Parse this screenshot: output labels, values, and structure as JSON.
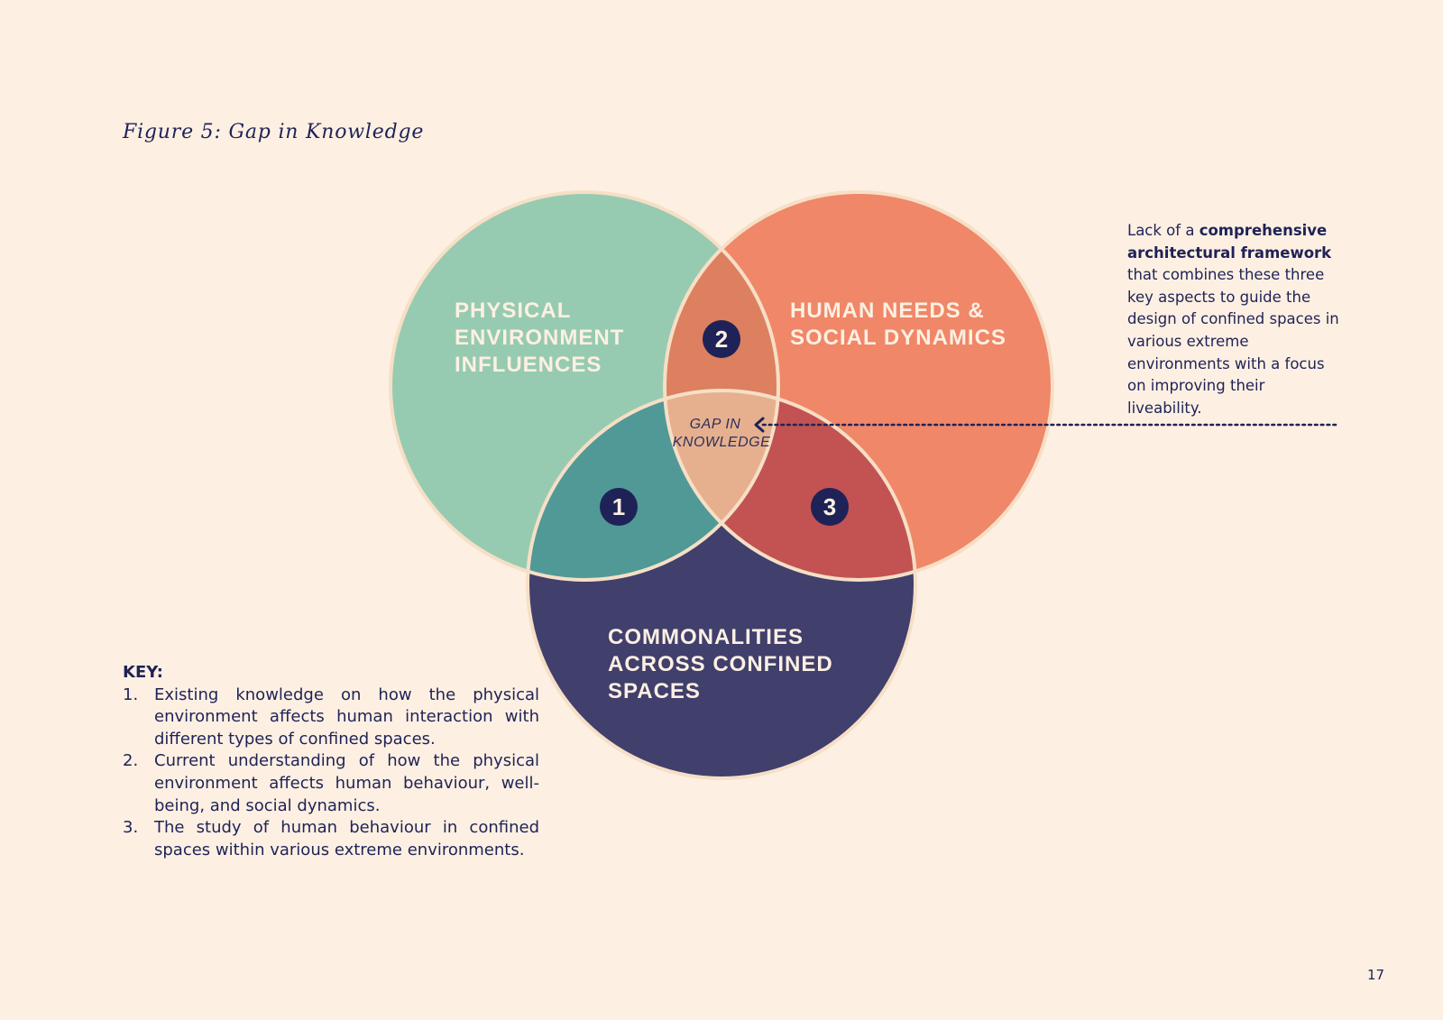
{
  "figure_title": "Figure 5: Gap in Knowledge",
  "circles": {
    "physical": {
      "lines": [
        "PHYSICAL",
        "ENVIRONMENT",
        "INFLUENCES"
      ],
      "color": "#97cbb1"
    },
    "human": {
      "lines": [
        "HUMAN NEEDS &",
        "SOCIAL DYNAMICS"
      ],
      "color": "#f08768"
    },
    "commonalities": {
      "lines": [
        "COMMONALITIES",
        "ACROSS CONFINED",
        "SPACES"
      ],
      "color": "#413f6c"
    }
  },
  "overlaps": {
    "physical_human": {
      "badge": "2",
      "color": "#dc805f"
    },
    "physical_commonalities": {
      "badge": "1",
      "color": "#509997"
    },
    "human_commonalities": {
      "badge": "3",
      "color": "#c25352"
    },
    "center": {
      "lines": [
        "GAP IN",
        "KNOWLEDGE"
      ],
      "color": "#e6b08e"
    }
  },
  "note": {
    "prefix": "Lack of a ",
    "bold": "comprehensive architectural framework",
    "suffix": " that combines these three key aspects to guide the design of confined spaces in various extreme environments with a focus on improving their liveability."
  },
  "key": {
    "title": "KEY:",
    "items": [
      {
        "num": "1.",
        "text": "Existing knowledge on how the physical environment affects human interaction with different types of confined spaces."
      },
      {
        "num": "2.",
        "text": "Current understanding of how the physical environment affects human behaviour, well-being, and social dynamics."
      },
      {
        "num": "3.",
        "text": "The study of human behaviour in confined spaces within various extreme environments."
      }
    ]
  },
  "page_number": "17",
  "colors": {
    "background": "#fdf0e2",
    "navy": "#1f2257",
    "outline": "#f6dfc6"
  }
}
